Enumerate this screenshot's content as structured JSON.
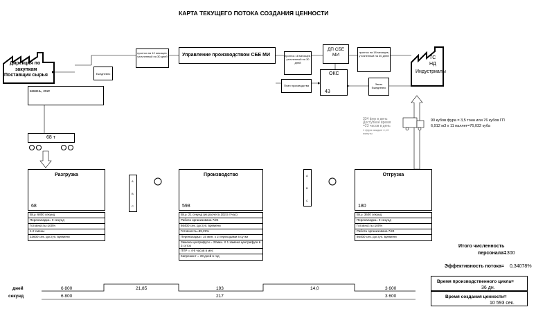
{
  "title": "КАРТА ТЕКУЩЕГО ПОТОКА СОЗДАНИЯ ЦЕННОСТИ",
  "supplier": {
    "line1": "Дирекция по",
    "line2": "закупкам",
    "line3": "Поставщик сырья",
    "materials": "камень, кокс"
  },
  "customer": {
    "line1": "ТС",
    "line2": "НД",
    "line3": "Индустриалы"
  },
  "forecast_left": "прогноз на 12 месяцев, уточненный на 30 дней",
  "weekly_left": "Ежедневно",
  "control": "Управление производством СБЕ МИ",
  "forecast_mid": "прогноз 18 месяцев, уточненный на 30 дней",
  "dp": {
    "line1": "ДП СБЕ",
    "line2": "МИ"
  },
  "forecast_right": "прогноз на 18 месяцев, уточненный на 30 дней",
  "oks": {
    "label": "ОКС",
    "count": "43"
  },
  "plan": "План производства",
  "orders": "Заказ Ежедневно",
  "truck_info": [
    "334 фур в день",
    "Доступное время",
    "=23 часов в день",
    "1 фура каждые 4,13",
    "минуты"
  ],
  "cargo_info": [
    "90 кубов фура = 3,5 тонн или 76 кубов ГП",
    "6,912 м3 x 11 паллет=76,032 куба"
  ],
  "inventory1": "68 т",
  "processes": [
    {
      "title": "Разгрузка",
      "operators": "68",
      "data": [
        "В/ц= 6800 секунд",
        "Переналадка= 0 секунд",
        "Готовность=100%",
        "1-2 смены",
        "23600 сек. доступ. времени"
      ]
    },
    {
      "title": "Производство",
      "operators": "598",
      "data": [
        "В/ц= 21 секунд (из расчета 102,5 т/час)",
        "Работа организована 7/24",
        "86400 сек. доступ. времени",
        "Готовность=89,29%",
        "Переналадка= 15 мин. х 2 переходами в сутки",
        "Замена центрифуги = 22мин. Х 1 замена центрифуги в 3 суток",
        "ППР = 4-6 часов в мес",
        "Капремонт = 28 дней в год"
      ]
    },
    {
      "title": "Отгрузка",
      "operators": "180",
      "data": [
        "В/ц= 3600 секунд",
        "Переналадка= 0 секунд",
        "Готовность=100%",
        "Работа организована 7/24",
        "86400 сек. доступ. времени"
      ]
    }
  ],
  "kanban": [
    "A",
    "B",
    "C"
  ],
  "summary": {
    "staff_label1": "Итого численность",
    "staff_label2": "персонала=",
    "staff_value": "1300",
    "eff_label": "Эффективность потока=",
    "eff_value": "0,3407",
    "eff_unit": "8%",
    "cycle_label": "Время производственного цикла=",
    "cycle_value": "36",
    "cycle_unit": "дн.",
    "value_label": "Время создания ценности=",
    "value_value": "10 593",
    "value_unit": "сек."
  },
  "timeline": {
    "days_label": "дней",
    "secs_label": "секунд",
    "days": [
      "6 800",
      "21,85",
      "193",
      "14,0",
      "3 600"
    ],
    "secs": [
      "6 800",
      "217",
      "3 600"
    ]
  }
}
